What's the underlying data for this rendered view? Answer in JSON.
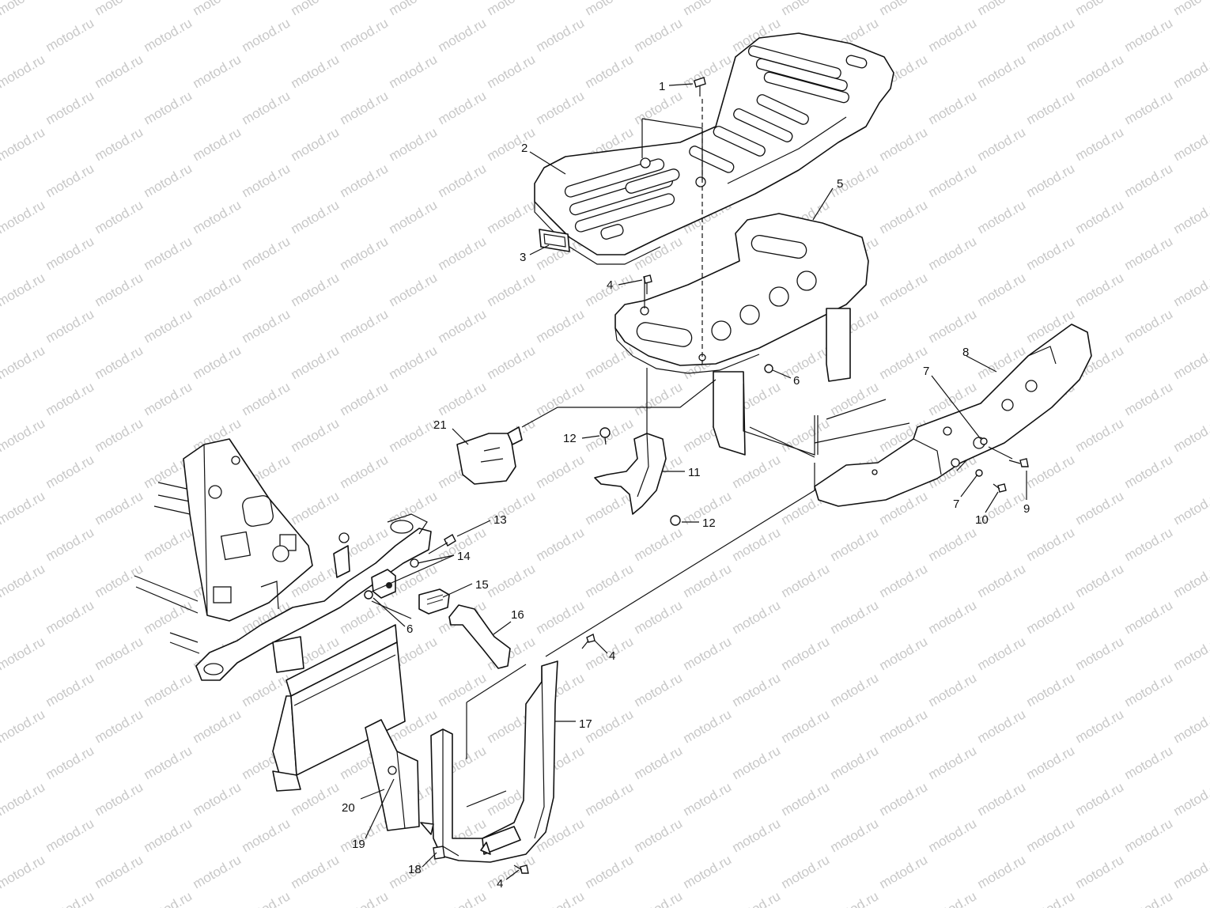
{
  "watermark": {
    "text": "motod.ru",
    "color": "#c8c8c8"
  },
  "callouts": [
    {
      "id": "1",
      "label": "1"
    },
    {
      "id": "2",
      "label": "2"
    },
    {
      "id": "3",
      "label": "3"
    },
    {
      "id": "4a",
      "label": "4"
    },
    {
      "id": "5",
      "label": "5"
    },
    {
      "id": "6a",
      "label": "6"
    },
    {
      "id": "7a",
      "label": "7"
    },
    {
      "id": "8",
      "label": "8"
    },
    {
      "id": "7b",
      "label": "7"
    },
    {
      "id": "9",
      "label": "9"
    },
    {
      "id": "10",
      "label": "10"
    },
    {
      "id": "11",
      "label": "11"
    },
    {
      "id": "12a",
      "label": "12"
    },
    {
      "id": "12b",
      "label": "12"
    },
    {
      "id": "21",
      "label": "21"
    },
    {
      "id": "13",
      "label": "13"
    },
    {
      "id": "14",
      "label": "14"
    },
    {
      "id": "15",
      "label": "15"
    },
    {
      "id": "6b",
      "label": "6"
    },
    {
      "id": "16",
      "label": "16"
    },
    {
      "id": "4b",
      "label": "4"
    },
    {
      "id": "17",
      "label": "17"
    },
    {
      "id": "20",
      "label": "20"
    },
    {
      "id": "19",
      "label": "19"
    },
    {
      "id": "18",
      "label": "18"
    },
    {
      "id": "4c",
      "label": "4"
    }
  ]
}
